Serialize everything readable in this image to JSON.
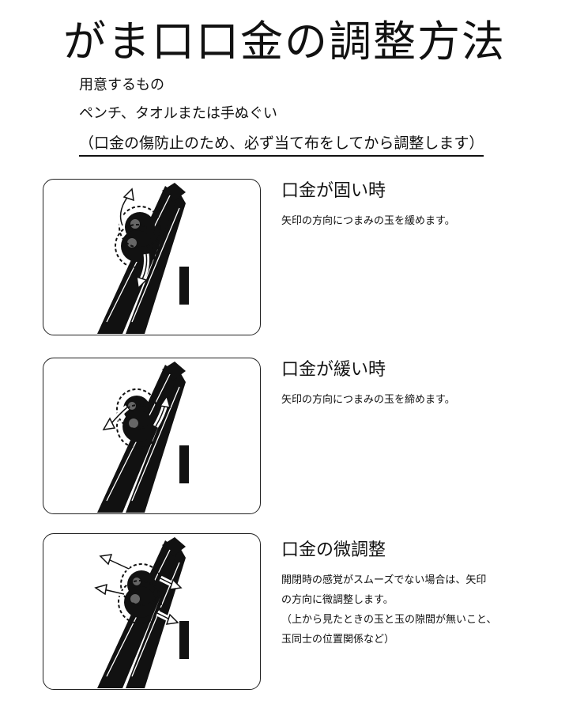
{
  "title": "がま口口金の調整方法",
  "intro": {
    "line1": "用意するもの",
    "line2": "ペンチ、タオルまたは手ぬぐい",
    "note": "（口金の傷防止のため、必ず当て布をしてから調整します）"
  },
  "steps": [
    {
      "heading": "口金が固い時",
      "body": [
        "矢印の方向につまみの玉を緩めます。"
      ],
      "illustration": "clasp-loosen-illustration"
    },
    {
      "heading": "口金が緩い時",
      "body": [
        "矢印の方向につまみの玉を締めます。"
      ],
      "illustration": "clasp-tighten-illustration"
    },
    {
      "heading": "口金の微調整",
      "body": [
        "開閉時の感覚がスムーズでない場合は、矢印",
        "の方向に微調整します。",
        "（上から見たときの玉と玉の隙間が無いこと、",
        "玉同士の位置関係など）"
      ],
      "illustration": "clasp-fine-adjust-illustration"
    }
  ]
}
